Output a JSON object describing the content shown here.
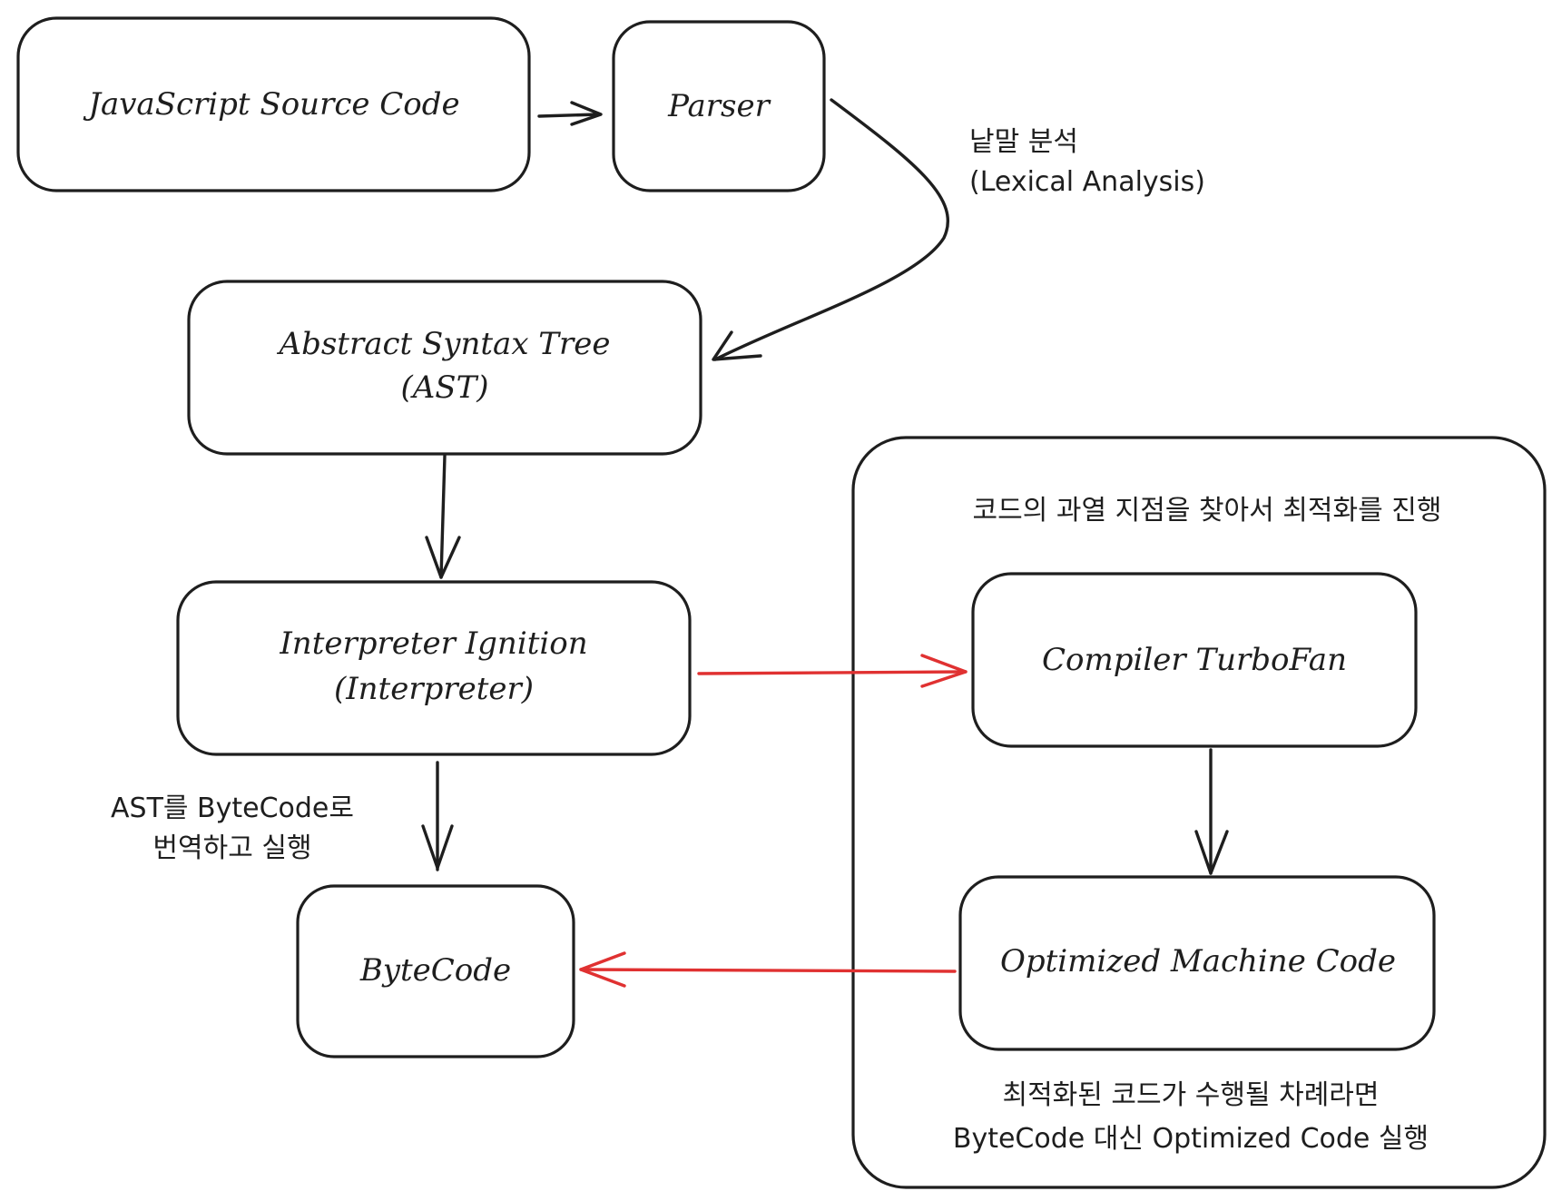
{
  "colors": {
    "stroke": "#1e1e1e",
    "highlight": "#e03131",
    "background": "#ffffff"
  },
  "nodes": {
    "source_code": "JavaScript Source Code",
    "parser": "Parser",
    "ast_line1": "Abstract Syntax Tree",
    "ast_line2": "(AST)",
    "interpreter_line1": "Interpreter Ignition",
    "interpreter_line2": "(Interpreter)",
    "bytecode": "ByteCode",
    "compiler": "Compiler TurboFan",
    "machine_code": "Optimized Machine Code"
  },
  "annotations": {
    "lexical_line1": "낱말 분석",
    "lexical_line2": "(Lexical Analysis)",
    "translate_line1": "AST를 ByteCode로",
    "translate_line2": "번역하고 실행",
    "hotspot": "코드의 과열 지점을 찾아서 최적화를 진행",
    "optimized_line1": "최적화된 코드가 수행될 차례라면",
    "optimized_line2": "ByteCode 대신 Optimized Code 실행"
  }
}
